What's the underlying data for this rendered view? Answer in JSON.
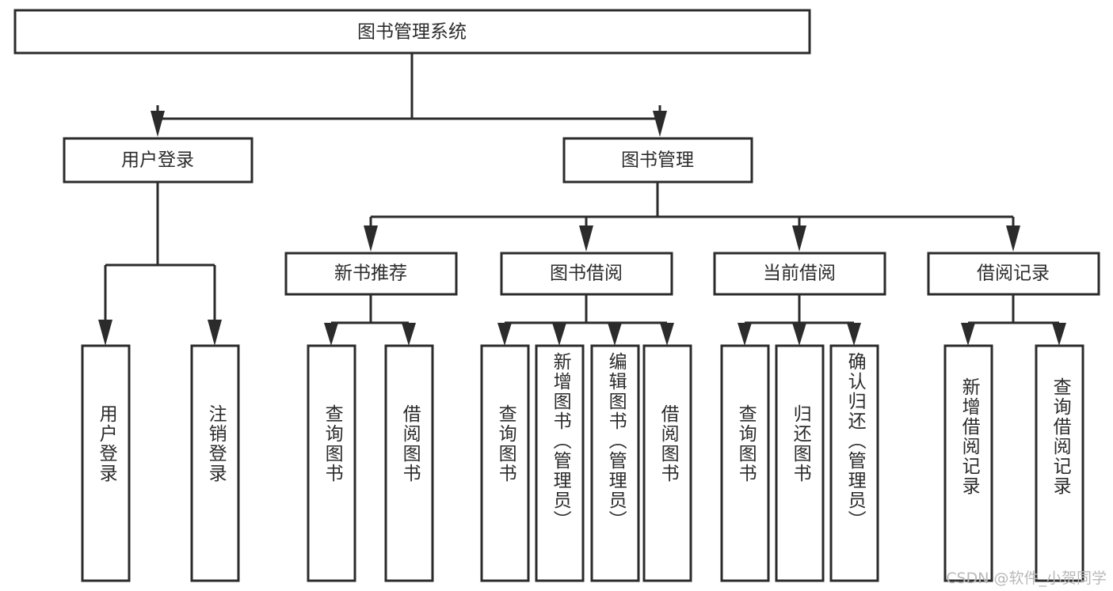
{
  "diagram": {
    "type": "hierarchy-tree",
    "title": "图书管理系统",
    "watermark": "CSDN @软件_小贺同学",
    "colors": {
      "stroke": "#2b2b2b",
      "fill": "#ffffff",
      "text": "#2b2b2b",
      "watermark": "#b9b9b9",
      "background": "#ffffff"
    },
    "root": {
      "id": "root",
      "label": "图书管理系统"
    },
    "level1": [
      {
        "id": "user-login",
        "label": "用户登录"
      },
      {
        "id": "book-manage",
        "label": "图书管理"
      }
    ],
    "level2": [
      {
        "id": "new-book-recommend",
        "label": "新书推荐",
        "parent": "book-manage"
      },
      {
        "id": "book-borrow",
        "label": "图书借阅",
        "parent": "book-manage"
      },
      {
        "id": "current-borrow",
        "label": "当前借阅",
        "parent": "book-manage"
      },
      {
        "id": "borrow-record",
        "label": "借阅记录",
        "parent": "book-manage"
      }
    ],
    "leaves": [
      {
        "id": "leaf-user-login",
        "label": "用户登录",
        "parent": "user-login"
      },
      {
        "id": "leaf-user-logout",
        "label": "注销登录",
        "parent": "user-login"
      },
      {
        "id": "leaf-query-book-1",
        "label": "查询图书",
        "parent": "new-book-recommend"
      },
      {
        "id": "leaf-borrow-book-1",
        "label": "借阅图书",
        "parent": "new-book-recommend"
      },
      {
        "id": "leaf-query-book-2",
        "label": "查询图书",
        "parent": "book-borrow"
      },
      {
        "id": "leaf-add-book",
        "label": "新增图书（管理员）",
        "parent": "book-borrow"
      },
      {
        "id": "leaf-edit-book",
        "label": "编辑图书（管理员）",
        "parent": "book-borrow"
      },
      {
        "id": "leaf-borrow-book-2",
        "label": "借阅图书",
        "parent": "book-borrow"
      },
      {
        "id": "leaf-query-book-3",
        "label": "查询图书",
        "parent": "current-borrow"
      },
      {
        "id": "leaf-return-book",
        "label": "归还图书",
        "parent": "current-borrow"
      },
      {
        "id": "leaf-confirm-return",
        "label": "确认归还（管理员）",
        "parent": "current-borrow"
      },
      {
        "id": "leaf-add-record",
        "label": "新增借阅记录",
        "parent": "borrow-record"
      },
      {
        "id": "leaf-query-record",
        "label": "查询借阅记录",
        "parent": "borrow-record"
      }
    ]
  }
}
